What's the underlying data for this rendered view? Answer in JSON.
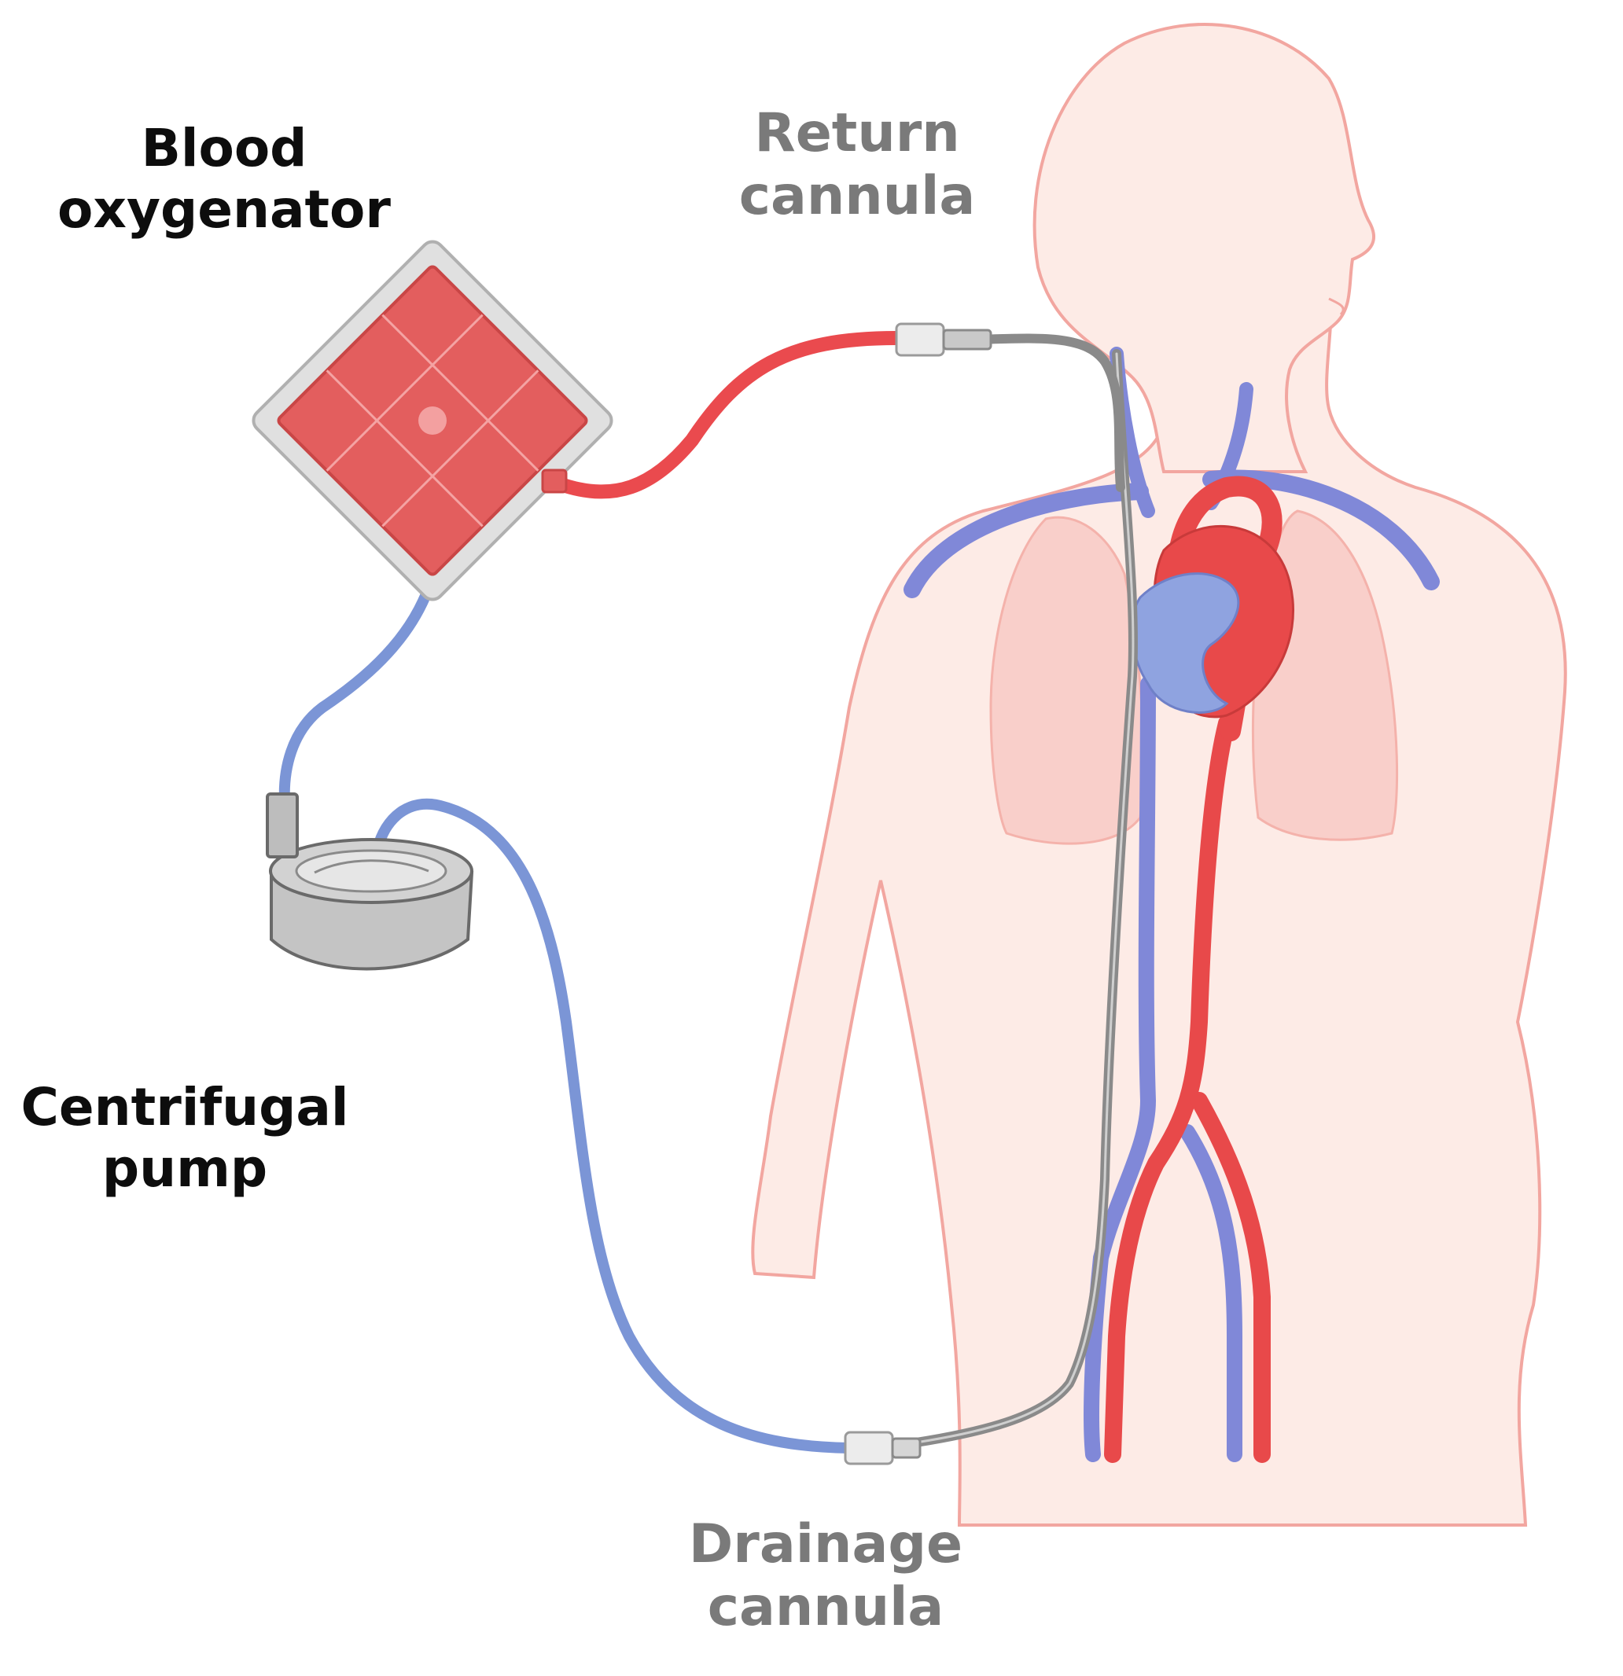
{
  "labels": {
    "oxygenator": {
      "line1": "Blood",
      "line2": "oxygenator"
    },
    "return_cannula": {
      "line1": "Return",
      "line2": "cannula"
    },
    "pump": {
      "line1": "Centrifugal",
      "line2": "pump"
    },
    "drainage_cannula": {
      "line1": "Drainage",
      "line2": "cannula"
    }
  },
  "colors": {
    "body_fill": "#fdebe6",
    "body_outline": "#f2a6a0",
    "lung_fill": "#f9cfca",
    "artery": "#e8494a",
    "vein": "#8088d8",
    "drainage_tube": "#7b95d6",
    "return_tube": "#ea4a4e",
    "cannula_grey": "#8a8a8a",
    "oxygenator_red": "#e35e5e",
    "pump_grey": "#b9b9b9",
    "dark_text": "#0d0d0d",
    "grey_text": "#7a7a7a"
  }
}
